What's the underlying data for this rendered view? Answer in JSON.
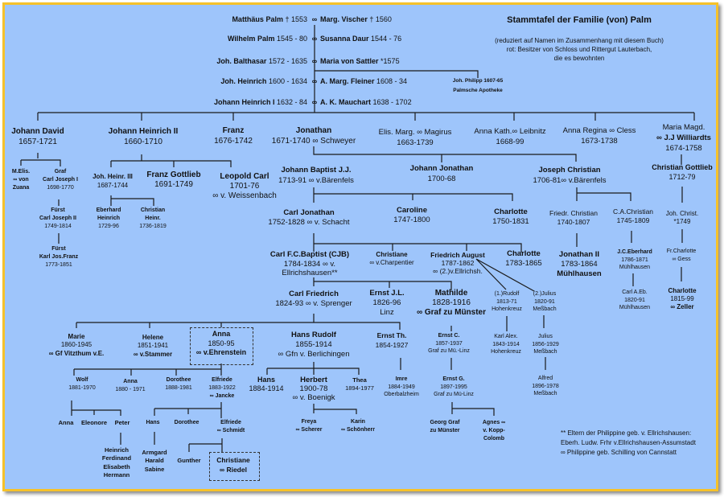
{
  "header": {
    "title": "Stammtafel der Familie (von) Palm",
    "subtitle": [
      "(reduziert auf Namen im Zusammenhang mit diesem Buch)",
      "rot: Besitzer von Schloss und Rittergut Lauterbach,",
      "die es bewohnten"
    ]
  },
  "footnote": [
    "** Eltern der Philippine geb. v. Ellrichshausen:",
    "Eberh. Ludw. Frhr v.Ellrichshausen-Assumstadt",
    "∞ Philippine geb. Schilling von Cannstatt"
  ],
  "marriage_symbol": "∞",
  "couples": [
    {
      "husband": {
        "name": "Matthäus Palm",
        "dates": "† 1553"
      },
      "wife": {
        "name": "Marg. Vischer",
        "dates": "† 1560"
      }
    },
    {
      "husband": {
        "name": "Wilhelm Palm",
        "dates": "1545 - 80"
      },
      "wife": {
        "name": "Susanna Daur",
        "dates": "1544 - 76"
      }
    },
    {
      "husband": {
        "name": "Joh. Balthasar",
        "dates": "1572 - 1635"
      },
      "wife": {
        "name": "Maria von Sattler",
        "dates": "*1575"
      }
    },
    {
      "husband": {
        "name": "Joh. Heinrich",
        "dates": "1600 - 1634"
      },
      "wife": {
        "name": "A. Marg. Fleiner",
        "dates": "1608 - 34"
      }
    },
    {
      "husband": {
        "name": "Johann Heinrich I",
        "dates": "1632 - 84"
      },
      "wife": {
        "name": "A. K. Mauchart",
        "dates": "1638 - 1702"
      }
    }
  ],
  "nodes": {
    "jphil": {
      "lines": [
        "Joh. Philipp 1607-65",
        "Palmsche Apotheke"
      ]
    },
    "jd": {
      "lines": [
        "Johann David",
        "1657-1721"
      ]
    },
    "jh2": {
      "lines": [
        "Johann Heinrich II",
        "1660-1710"
      ]
    },
    "franz": {
      "lines": [
        "Franz",
        "1676-1742"
      ]
    },
    "jon": {
      "lines": [
        "Jonathan",
        "1671-1740 ∞ Schweyer"
      ]
    },
    "elis": {
      "lines": [
        "Elis. Marg. ∞ Magirus",
        "1663-1739"
      ]
    },
    "annak": {
      "lines": [
        "Anna Kath.∞ Leibnitz",
        "1668-99"
      ]
    },
    "annar": {
      "lines": [
        "Anna Regina ∞ Cless",
        "1673-1738"
      ]
    },
    "mariam": {
      "lines": [
        "Maria Magd.",
        "∞ J.J Williardts",
        "1674-1758"
      ]
    },
    "melis": {
      "lines": [
        "M.Elis.",
        "∞ von",
        "Zuana"
      ]
    },
    "cj1": {
      "lines": [
        "Graf",
        "Carl Joseph I",
        "1698-1770"
      ]
    },
    "cj2": {
      "lines": [
        "Fürst",
        "Carl Joseph II",
        "1749-1814"
      ]
    },
    "kjf": {
      "lines": [
        "Fürst",
        "Karl Jos.Franz",
        "1773-1851"
      ]
    },
    "jh3": {
      "lines": [
        "Joh. Heinr. III",
        "1687-1744"
      ]
    },
    "fg": {
      "lines": [
        "Franz Gottlieb",
        "1691-1749"
      ]
    },
    "lc": {
      "lines": [
        "Leopold Carl",
        "1701-76",
        "∞ v. Weissenbach"
      ]
    },
    "eh": {
      "lines": [
        "Eberhard",
        "Heinrich",
        "1729-96"
      ]
    },
    "ch": {
      "lines": [
        "Christian",
        "Heinr.",
        "1736-1819"
      ]
    },
    "jbjj": {
      "lines": [
        "Johann Baptist J.J.",
        "1713-91  ∞ v.Bärenfels"
      ]
    },
    "jj": {
      "lines": [
        "Johann Jonathan",
        "1700-68"
      ]
    },
    "joc": {
      "lines": [
        "Joseph Christian",
        "1706-81∞ v.Bärenfels"
      ]
    },
    "cjon": {
      "lines": [
        "Carl Jonathan",
        "1752-1828 ∞  v. Schacht"
      ]
    },
    "caro": {
      "lines": [
        "Caroline",
        "1747-1800"
      ]
    },
    "charl1": {
      "lines": [
        "Charlotte",
        "1750-1831"
      ]
    },
    "frc": {
      "lines": [
        "Friedr. Christian",
        "1740-1807"
      ]
    },
    "cac": {
      "lines": [
        "C.A.Christian",
        "1745-1809"
      ]
    },
    "cfcb": {
      "lines": [
        "Carl F.C.Baptist (CJB)",
        "1784-1834  ∞ v.",
        "Ellrichshausen**"
      ]
    },
    "christ": {
      "lines": [
        "Christiane",
        "∞ v.Charpentier"
      ]
    },
    "fa": {
      "lines": [
        "Friedrich August",
        "1787-1862",
        "∞ (2.)v.Ellrichsh."
      ]
    },
    "charl2": {
      "lines": [
        "Charlotte",
        "1783-1865"
      ]
    },
    "jon2": {
      "lines": [
        "Jonathan II",
        "1783-1864",
        "Mühlhausen"
      ]
    },
    "jce": {
      "lines": [
        "J.C.Eberhard",
        "1786-1871",
        "Mühlhausen"
      ]
    },
    "cae": {
      "lines": [
        "Carl A.Eb.",
        "1820-91",
        "Mühlhausen"
      ]
    },
    "cg": {
      "lines": [
        "Christian Gottlieb",
        "1712-79"
      ]
    },
    "jchr": {
      "lines": [
        "Joh. Christ.",
        "*1749"
      ]
    },
    "frch": {
      "lines": [
        "Fr.Charlotte",
        "∞ Gess"
      ]
    },
    "charl3": {
      "lines": [
        "Charlotte",
        "1815-99",
        "∞ Zeller"
      ]
    },
    "rud": {
      "lines": [
        "(1.)Rudolf",
        "1813-71",
        "Hohenkreuz"
      ]
    },
    "jul": {
      "lines": [
        "(2.)Julius",
        "1820-91",
        "Meßbach"
      ]
    },
    "ka": {
      "lines": [
        "Karl Alex.",
        "1843-1914",
        "Hohenkreuz"
      ]
    },
    "jul2": {
      "lines": [
        "Julius",
        "1856-1929",
        "Meßbach"
      ]
    },
    "alf": {
      "lines": [
        "Alfred",
        "1896-1978",
        "Meßbach"
      ]
    },
    "cfr": {
      "lines": [
        "Carl Friedrich",
        "1824-93 ∞ v. Sprenger"
      ]
    },
    "ejl": {
      "lines": [
        "Ernst J.L.",
        "1826-96",
        "Linz"
      ]
    },
    "math": {
      "lines": [
        "Mathilde",
        "1828-1916",
        "∞ Graf zu Münster"
      ]
    },
    "ec": {
      "lines": [
        "Ernst C.",
        "1857-1937",
        "Graf zu Mü.-Linz"
      ]
    },
    "eg": {
      "lines": [
        "Ernst G.",
        "1897-1995",
        "Graf zu Mü-Linz"
      ]
    },
    "gg": {
      "lines": [
        "Georg Graf",
        "zu Münster"
      ]
    },
    "agn": {
      "lines": [
        "Agnes ∞",
        "v. Kopp-",
        "Colomb"
      ]
    },
    "hr": {
      "lines": [
        "Hans Rudolf",
        "1855-1914",
        "∞ Gfn v. Berlichingen"
      ]
    },
    "eth": {
      "lines": [
        "Ernst Th.",
        "1854-1927"
      ]
    },
    "marie": {
      "lines": [
        "Marie",
        "1860-1945",
        "∞ Gf Vitzthum v.E."
      ]
    },
    "hel": {
      "lines": [
        "Helene",
        "1851-1941",
        "∞ v.Stammer"
      ]
    },
    "anna1": {
      "lines": [
        "Anna",
        "1850-95",
        "∞ v.Ehrenstein"
      ]
    },
    "imre": {
      "lines": [
        "Imre",
        "1884-1949",
        "Oberbalzheim"
      ]
    },
    "hans1": {
      "lines": [
        "Hans",
        "1884-1914"
      ]
    },
    "herb": {
      "lines": [
        "Herbert",
        "1900-78",
        "∞ v. Boenigk"
      ]
    },
    "thea": {
      "lines": [
        "Thea",
        "1894-1977"
      ]
    },
    "freya": {
      "lines": [
        "Freya",
        "∞ Scherer"
      ]
    },
    "karin": {
      "lines": [
        "Karin",
        "∞ Schönherr"
      ]
    },
    "wolf": {
      "lines": [
        "Wolf",
        "1881-1970"
      ]
    },
    "anna2": {
      "lines": [
        "Anna",
        "1880 - 1971"
      ]
    },
    "dor1": {
      "lines": [
        "Dorothee",
        "1888-1981"
      ]
    },
    "elf1": {
      "lines": [
        "Elfriede",
        "1883-1922",
        "∞ Jancke"
      ]
    },
    "anna3": {
      "lines": [
        "Anna"
      ]
    },
    "eleo": {
      "lines": [
        "Eleonore"
      ]
    },
    "peter": {
      "lines": [
        "Peter"
      ]
    },
    "heinr": {
      "lines": [
        "Heinrich",
        "Ferdinand",
        "Elisabeth",
        "Hermann"
      ]
    },
    "hans2": {
      "lines": [
        "Hans"
      ]
    },
    "dor2": {
      "lines": [
        "Dorothee"
      ]
    },
    "elf2": {
      "lines": [
        "Elfriede",
        "∞ Schmidt"
      ]
    },
    "arm": {
      "lines": [
        "Armgard",
        "Harald",
        "Sabine"
      ]
    },
    "gun": {
      "lines": [
        "Gunther"
      ]
    },
    "chr": {
      "lines": [
        "Christiane",
        "∞ Riedel"
      ]
    }
  }
}
